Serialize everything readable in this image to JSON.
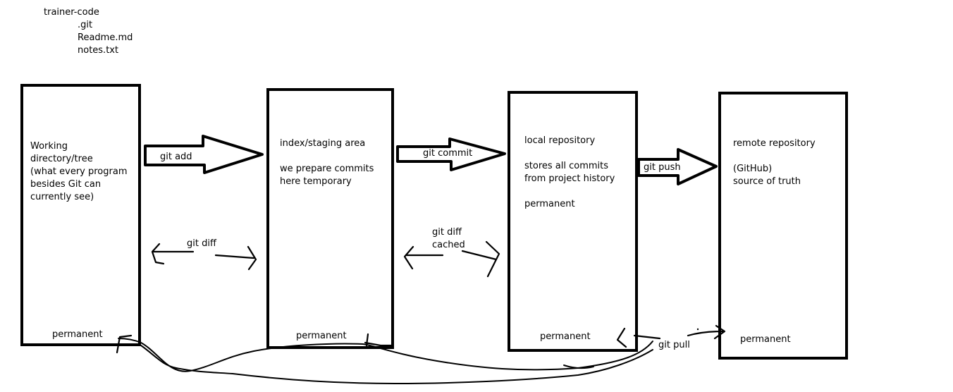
{
  "tree": {
    "root": "trainer-code",
    "children": [
      ".git",
      "Readme.md",
      "notes.txt"
    ]
  },
  "stages": [
    {
      "lines": [
        "Working",
        "directory/tree",
        "(what every program",
        "besides Git can",
        "currently see)"
      ],
      "footer": "permanent"
    },
    {
      "lines": [
        "index/staging area",
        "",
        "we prepare commits",
        "here temporary"
      ],
      "footer": "permanent"
    },
    {
      "lines": [
        "local repository",
        "",
        "stores all commits",
        "from project history",
        "",
        "permanent"
      ],
      "footer": "permanent"
    },
    {
      "lines": [
        "remote repository",
        "",
        "(GitHub)",
        "source of truth"
      ],
      "footer": "permanent"
    }
  ],
  "commands": {
    "add": "git add",
    "commit": "git commit",
    "push": "git push",
    "diff": "git diff",
    "diff_cached_1": "git diff",
    "diff_cached_2": "cached",
    "pull": "git pull"
  },
  "colors": {
    "ink": "#000000",
    "background": "#ffffff"
  }
}
